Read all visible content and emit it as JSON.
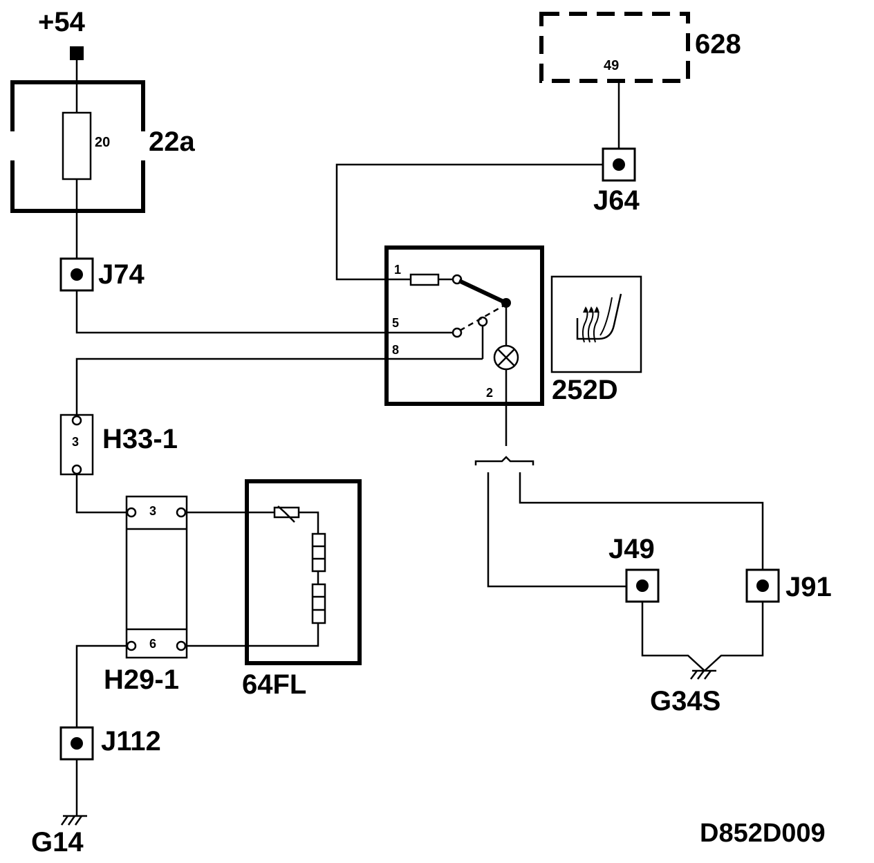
{
  "supply": {
    "label": "+54"
  },
  "fuse_box": {
    "label": "22a",
    "fuse_rating": "20"
  },
  "module_628": {
    "label": "628",
    "pin": "49"
  },
  "connectors": {
    "j64": "J64",
    "j74": "J74",
    "j49": "J49",
    "j91": "J91",
    "j112": "J112"
  },
  "switch_252d": {
    "label": "252D",
    "pins": {
      "p1": "1",
      "p5": "5",
      "p8": "8",
      "p2": "2"
    },
    "icon": "heated-seat-icon"
  },
  "harness": {
    "h33": {
      "label": "H33-1",
      "pin": "3"
    },
    "h29": {
      "label": "H29-1",
      "pin_top": "3",
      "pin_bottom": "6"
    }
  },
  "heater_64fl": {
    "label": "64FL"
  },
  "grounds": {
    "g14": "G14",
    "g34s": "G34S"
  },
  "diagram_code": "D852D009"
}
